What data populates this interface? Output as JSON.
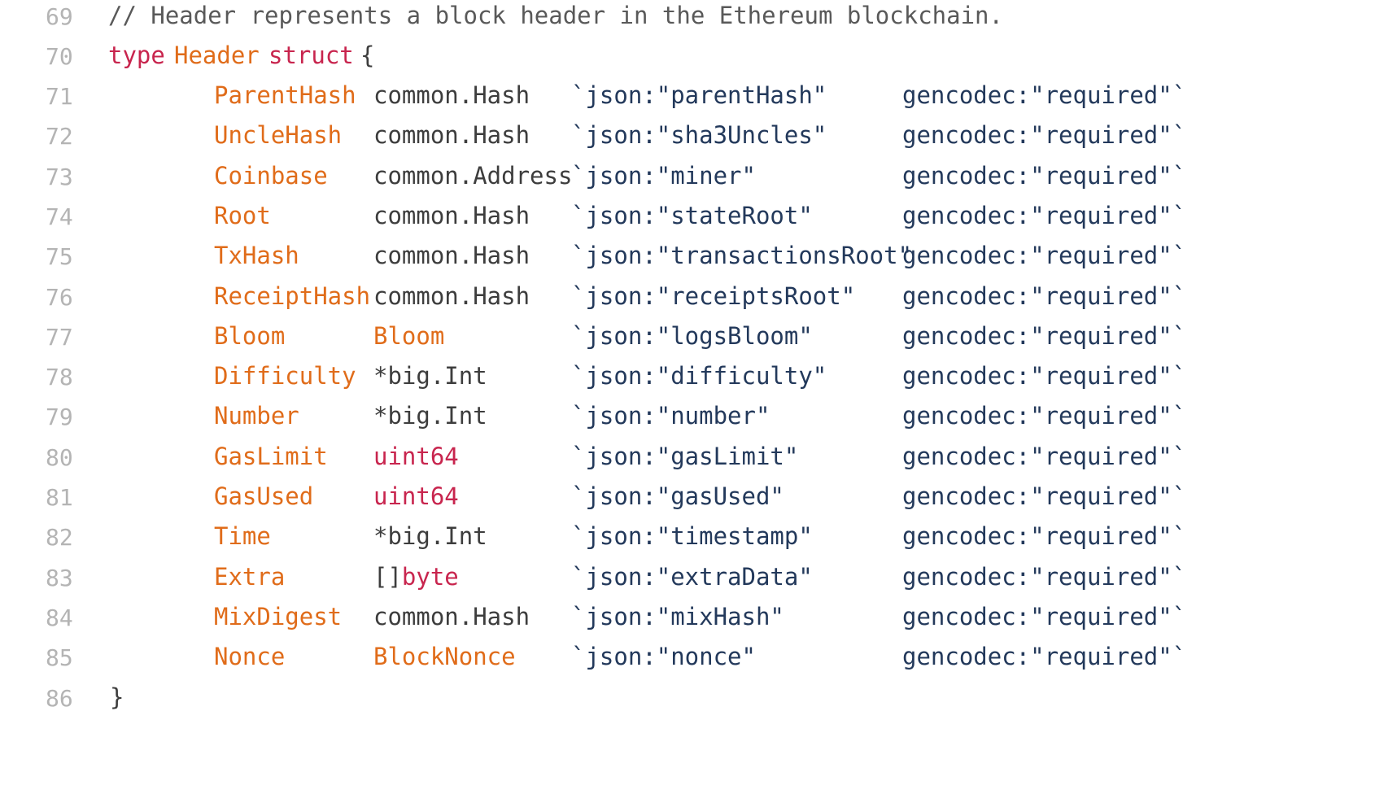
{
  "code": {
    "comment_line": {
      "number": "69",
      "text": "// Header represents a block header in the Ethereum blockchain."
    },
    "struct_open": {
      "number": "70",
      "keyword": "type",
      "name": "Header",
      "kind": "struct",
      "brace": "{"
    },
    "fields": [
      {
        "number": "71",
        "name": "ParentHash",
        "type_prefix": "",
        "type": "common.Hash",
        "type_kind": "common",
        "json": "`json:\"parentHash\"",
        "gencodec": "gencodec:\"required\"`"
      },
      {
        "number": "72",
        "name": "UncleHash",
        "type_prefix": "",
        "type": "common.Hash",
        "type_kind": "common",
        "json": "`json:\"sha3Uncles\"",
        "gencodec": "gencodec:\"required\"`"
      },
      {
        "number": "73",
        "name": "Coinbase",
        "type_prefix": "",
        "type": "common.Address",
        "type_kind": "common",
        "json": "`json:\"miner\"",
        "gencodec": "gencodec:\"required\"`"
      },
      {
        "number": "74",
        "name": "Root",
        "type_prefix": "",
        "type": "common.Hash",
        "type_kind": "common",
        "json": "`json:\"stateRoot\"",
        "gencodec": "gencodec:\"required\"`"
      },
      {
        "number": "75",
        "name": "TxHash",
        "type_prefix": "",
        "type": "common.Hash",
        "type_kind": "common",
        "json": "`json:\"transactionsRoot\"",
        "gencodec": "gencodec:\"required\"`"
      },
      {
        "number": "76",
        "name": "ReceiptHash",
        "type_prefix": "",
        "type": "common.Hash",
        "type_kind": "common",
        "json": "`json:\"receiptsRoot\"",
        "gencodec": "gencodec:\"required\"`"
      },
      {
        "number": "77",
        "name": "Bloom",
        "type_prefix": "",
        "type": "Bloom",
        "type_kind": "custom",
        "json": "`json:\"logsBloom\"",
        "gencodec": "gencodec:\"required\"`"
      },
      {
        "number": "78",
        "name": "Difficulty",
        "type_prefix": "",
        "type": "*big.Int",
        "type_kind": "common",
        "json": "`json:\"difficulty\"",
        "gencodec": "gencodec:\"required\"`"
      },
      {
        "number": "79",
        "name": "Number",
        "type_prefix": "",
        "type": "*big.Int",
        "type_kind": "common",
        "json": "`json:\"number\"",
        "gencodec": "gencodec:\"required\"`"
      },
      {
        "number": "80",
        "name": "GasLimit",
        "type_prefix": "",
        "type": "uint64",
        "type_kind": "builtin",
        "json": "`json:\"gasLimit\"",
        "gencodec": "gencodec:\"required\"`"
      },
      {
        "number": "81",
        "name": "GasUsed",
        "type_prefix": "",
        "type": "uint64",
        "type_kind": "builtin",
        "json": "`json:\"gasUsed\"",
        "gencodec": "gencodec:\"required\"`"
      },
      {
        "number": "82",
        "name": "Time",
        "type_prefix": "",
        "type": "*big.Int",
        "type_kind": "common",
        "json": "`json:\"timestamp\"",
        "gencodec": "gencodec:\"required\"`"
      },
      {
        "number": "83",
        "name": "Extra",
        "type_prefix": "[]",
        "type": "byte",
        "type_kind": "builtin",
        "json": "`json:\"extraData\"",
        "gencodec": "gencodec:\"required\"`"
      },
      {
        "number": "84",
        "name": "MixDigest",
        "type_prefix": "",
        "type": "common.Hash",
        "type_kind": "common",
        "json": "`json:\"mixHash\"",
        "gencodec": "gencodec:\"required\"`"
      },
      {
        "number": "85",
        "name": "Nonce",
        "type_prefix": "",
        "type": "BlockNonce",
        "type_kind": "custom",
        "json": "`json:\"nonce\"",
        "gencodec": "gencodec:\"required\"`"
      }
    ],
    "struct_close": {
      "number": "86",
      "brace": "}"
    }
  },
  "colors": {
    "background": "#ffffff",
    "line_number": "#b4b4b4",
    "keyword": "#c8254e",
    "identifier": "#e06c1a",
    "tag": "#23395b",
    "plain": "#3d3d3d"
  }
}
